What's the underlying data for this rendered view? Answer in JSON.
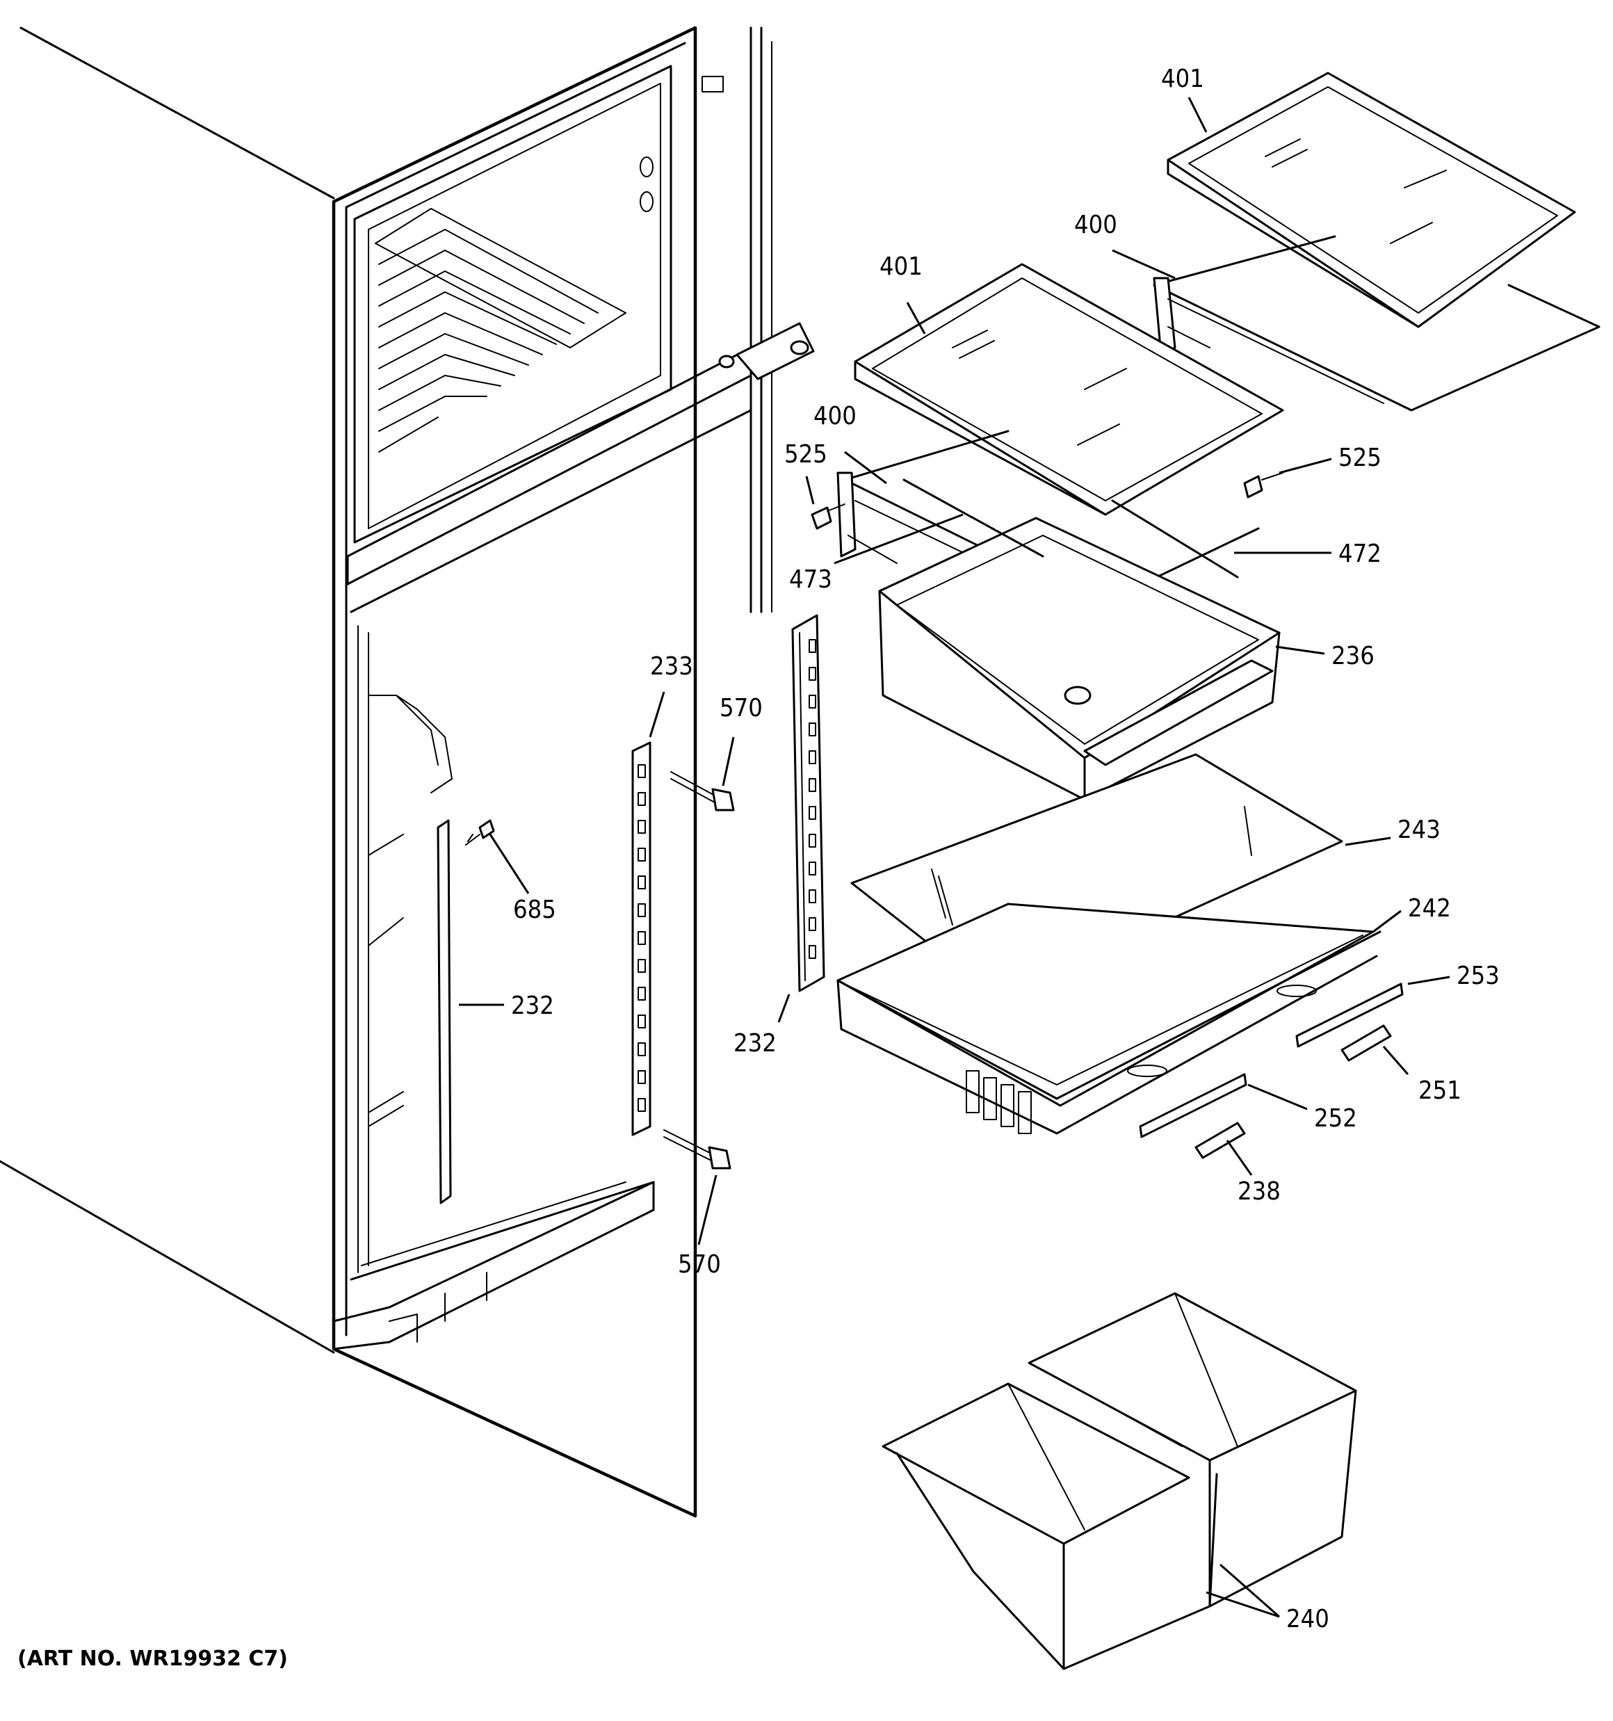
{
  "diagram": {
    "art_number": "(ART NO. WR19932 C7)",
    "callouts": [
      {
        "id": "401-top",
        "label": "401"
      },
      {
        "id": "400-top",
        "label": "400"
      },
      {
        "id": "401-mid",
        "label": "401"
      },
      {
        "id": "400-mid",
        "label": "400"
      },
      {
        "id": "525-left",
        "label": "525"
      },
      {
        "id": "525-right",
        "label": "525"
      },
      {
        "id": "473",
        "label": "473"
      },
      {
        "id": "472",
        "label": "472"
      },
      {
        "id": "236",
        "label": "236"
      },
      {
        "id": "233",
        "label": "233"
      },
      {
        "id": "570-top",
        "label": "570"
      },
      {
        "id": "243",
        "label": "243"
      },
      {
        "id": "685",
        "label": "685"
      },
      {
        "id": "242",
        "label": "242"
      },
      {
        "id": "253",
        "label": "253"
      },
      {
        "id": "232-left",
        "label": "232"
      },
      {
        "id": "232-right",
        "label": "232"
      },
      {
        "id": "251",
        "label": "251"
      },
      {
        "id": "252",
        "label": "252"
      },
      {
        "id": "238",
        "label": "238"
      },
      {
        "id": "570-bottom",
        "label": "570"
      },
      {
        "id": "240",
        "label": "240"
      }
    ]
  }
}
